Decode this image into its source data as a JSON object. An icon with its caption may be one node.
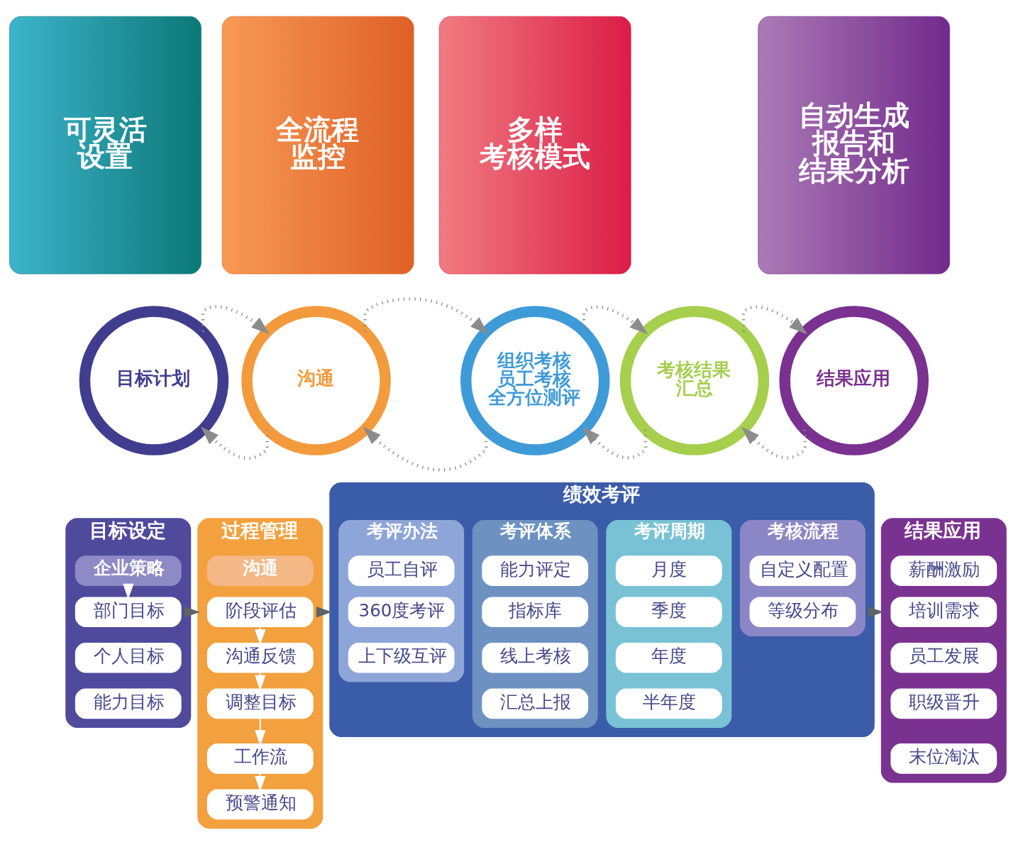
{
  "diagram": {
    "nodes": [
      {
        "text": [
          "可灵活设置"
        ]
      },
      {
        "text": [
          "全流程监控"
        ]
      },
      {
        "text": [
          "多样考核模式"
        ]
      },
      {
        "text": [
          "自动生成报告和结果分析"
        ]
      },
      {
        "text": [
          "目标计划"
        ]
      },
      {
        "text": [
          "沟通"
        ]
      },
      {
        "text": [
          "组织考核",
          "员工考核",
          "全方位测评"
        ]
      },
      {
        "text": [
          "考核结果汇总"
        ]
      },
      {
        "text": [
          "结果应用"
        ]
      },
      {
        "text": [
          "目标设定"
        ]
      },
      {
        "text": [
          "企业策略"
        ],
        "in": 9
      },
      {
        "text": [
          "部门目标"
        ],
        "in": 9
      },
      {
        "text": [
          "个人目标"
        ],
        "in": 9
      },
      {
        "text": [
          "能力目标"
        ],
        "in": 9
      },
      {
        "text": [
          "过程管理"
        ]
      },
      {
        "text": [
          "沟通"
        ],
        "in": 14
      },
      {
        "text": [
          "阶段评估"
        ],
        "in": 14
      },
      {
        "text": [
          "沟通反馈"
        ],
        "in": 14
      },
      {
        "text": [
          "调整目标"
        ],
        "in": 14
      },
      {
        "text": [
          "工作流"
        ],
        "in": 14
      },
      {
        "text": [
          "预警通知"
        ],
        "in": 14
      },
      {
        "text": [
          "绩效考评"
        ]
      },
      {
        "text": [
          "考评办法"
        ],
        "in": 21
      },
      {
        "text": [
          "员工自评"
        ],
        "in": 22
      },
      {
        "text": [
          "360度考评"
        ],
        "in": 22
      },
      {
        "text": [
          "上下级互评"
        ],
        "in": 22
      },
      {
        "text": [
          "考评体系"
        ],
        "in": 21
      },
      {
        "text": [
          "能力评定"
        ],
        "in": 26
      },
      {
        "text": [
          "指标库"
        ],
        "in": 26
      },
      {
        "text": [
          "线上考核"
        ],
        "in": 26
      },
      {
        "text": [
          "汇总上报"
        ],
        "in": 26
      },
      {
        "text": [
          "考评周期"
        ],
        "in": 21
      },
      {
        "text": [
          "月度"
        ],
        "in": 31
      },
      {
        "text": [
          "季度"
        ],
        "in": 31
      },
      {
        "text": [
          "年度"
        ],
        "in": 31
      },
      {
        "text": [
          "半年度"
        ],
        "in": 31
      },
      {
        "text": [
          "考核流程"
        ],
        "in": 21
      },
      {
        "text": [
          "自定义配置"
        ],
        "in": 36
      },
      {
        "text": [
          "等级分布"
        ],
        "in": 36
      },
      {
        "text": [
          "结果应用"
        ]
      },
      {
        "text": [
          "薪酬激励"
        ],
        "in": 39
      },
      {
        "text": [
          "培训需求"
        ],
        "in": 39
      },
      {
        "text": [
          "员工发展"
        ],
        "in": 39
      },
      {
        "text": [
          "职级晋升"
        ],
        "in": 39
      },
      {
        "text": [
          "末位淘汰"
        ],
        "in": 39
      }
    ],
    "edges": [
      {
        "from": 4,
        "to": 5,
        "arrow": "to",
        "style": "dashed"
      },
      {
        "from": 5,
        "to": 4,
        "arrow": "to",
        "style": "dashed"
      },
      {
        "from": 5,
        "to": 6,
        "arrow": "to",
        "style": "dashed"
      },
      {
        "from": 6,
        "to": 5,
        "arrow": "to",
        "style": "dashed"
      },
      {
        "from": 6,
        "to": 7,
        "arrow": "to",
        "style": "dashed"
      },
      {
        "from": 7,
        "to": 6,
        "arrow": "to",
        "style": "dashed"
      },
      {
        "from": 7,
        "to": 8,
        "arrow": "to",
        "style": "dashed"
      },
      {
        "from": 8,
        "to": 7,
        "arrow": "to",
        "style": "dashed"
      },
      {
        "from": 10,
        "to": 11,
        "arrow": "to",
        "color": "#ffffff"
      },
      {
        "from": 9,
        "to": 14,
        "arrow": "to",
        "color": "#5f6466"
      },
      {
        "from": 16,
        "to": 17,
        "arrow": "to",
        "color": "#ffffff"
      },
      {
        "from": 17,
        "to": 18,
        "arrow": "to",
        "color": "#ffffff"
      },
      {
        "from": 18,
        "to": 19,
        "arrow": "to",
        "color": "#ffffff"
      },
      {
        "from": 19,
        "to": 20,
        "arrow": "to",
        "color": "#ffffff"
      },
      {
        "from": 14,
        "to": 21,
        "arrow": "to",
        "color": "#5f6466"
      },
      {
        "from": 21,
        "to": 39,
        "arrow": "to",
        "color": "#5f6466"
      }
    ]
  }
}
